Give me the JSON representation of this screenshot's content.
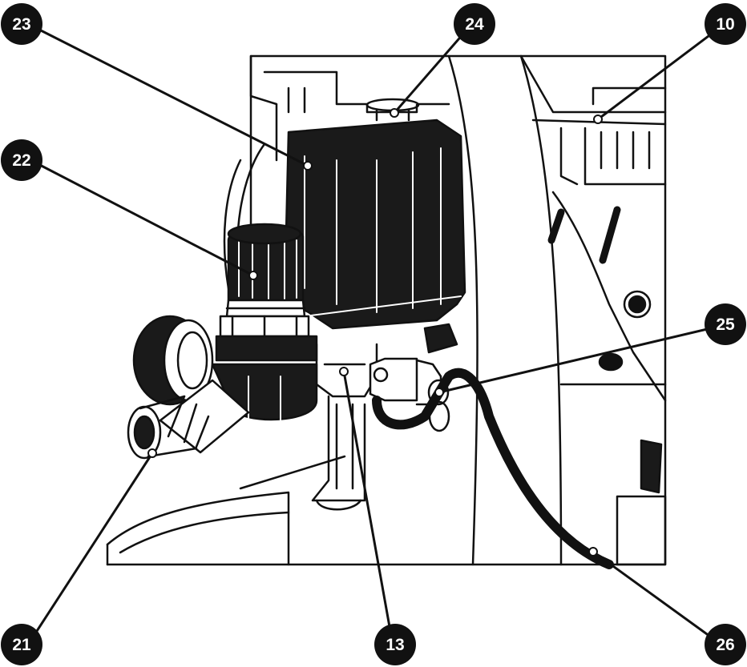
{
  "diagram": {
    "subject": "air compressor pressure switch and regulator assembly",
    "style": "black line art on white",
    "callouts": [
      {
        "id": "c23",
        "number": "23"
      },
      {
        "id": "c24",
        "number": "24"
      },
      {
        "id": "c10",
        "number": "10"
      },
      {
        "id": "c22",
        "number": "22"
      },
      {
        "id": "c25",
        "number": "25"
      },
      {
        "id": "c21",
        "number": "21"
      },
      {
        "id": "c13",
        "number": "13"
      },
      {
        "id": "c26",
        "number": "26"
      }
    ],
    "colors": {
      "line": "#111111",
      "fill_dark": "#1a1a1a",
      "paper": "#ffffff"
    }
  }
}
